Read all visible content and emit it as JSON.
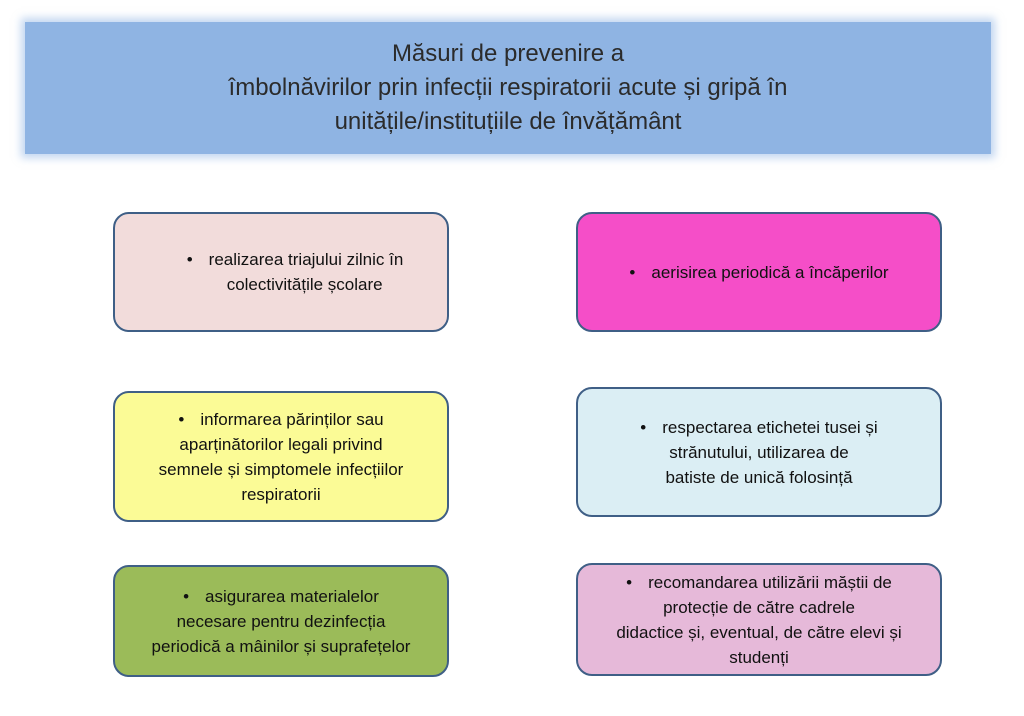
{
  "title": {
    "lines": [
      "Măsuri de prevenire a",
      "îmbolnăvirilor prin infecții respiratorii acute și gripă în",
      "unitățile/instituțiile de învățământ"
    ]
  },
  "bullet_symbol": "•",
  "colors": {
    "title_bg": "#8fb4e3",
    "border": "#3f5f86",
    "box1": "#f2dcdb",
    "box2": "#f54ec8",
    "box3": "#fbfb96",
    "box4": "#dbeef4",
    "box5": "#9bbb59",
    "box6": "#e6b9d9"
  },
  "boxes": [
    {
      "lines": [
        "realizarea triajului zilnic în",
        "colectivitățile școlare"
      ]
    },
    {
      "lines": [
        "aerisirea periodică a încăperilor"
      ]
    },
    {
      "lines": [
        "informarea părinților sau",
        "aparținătorilor legali privind",
        "semnele și simptomele infecțiilor",
        "respiratorii"
      ]
    },
    {
      "lines": [
        "respectarea etichetei tusei și",
        "strănutului, utilizarea de",
        "batiste de unică folosință"
      ]
    },
    {
      "lines": [
        "asigurarea materialelor",
        "necesare pentru dezinfecția",
        "periodică a mâinilor și suprafețelor"
      ]
    },
    {
      "lines": [
        "recomandarea utilizării măștii de",
        "protecție de către cadrele",
        "didactice și, eventual, de către elevi și",
        "studenți"
      ]
    }
  ]
}
